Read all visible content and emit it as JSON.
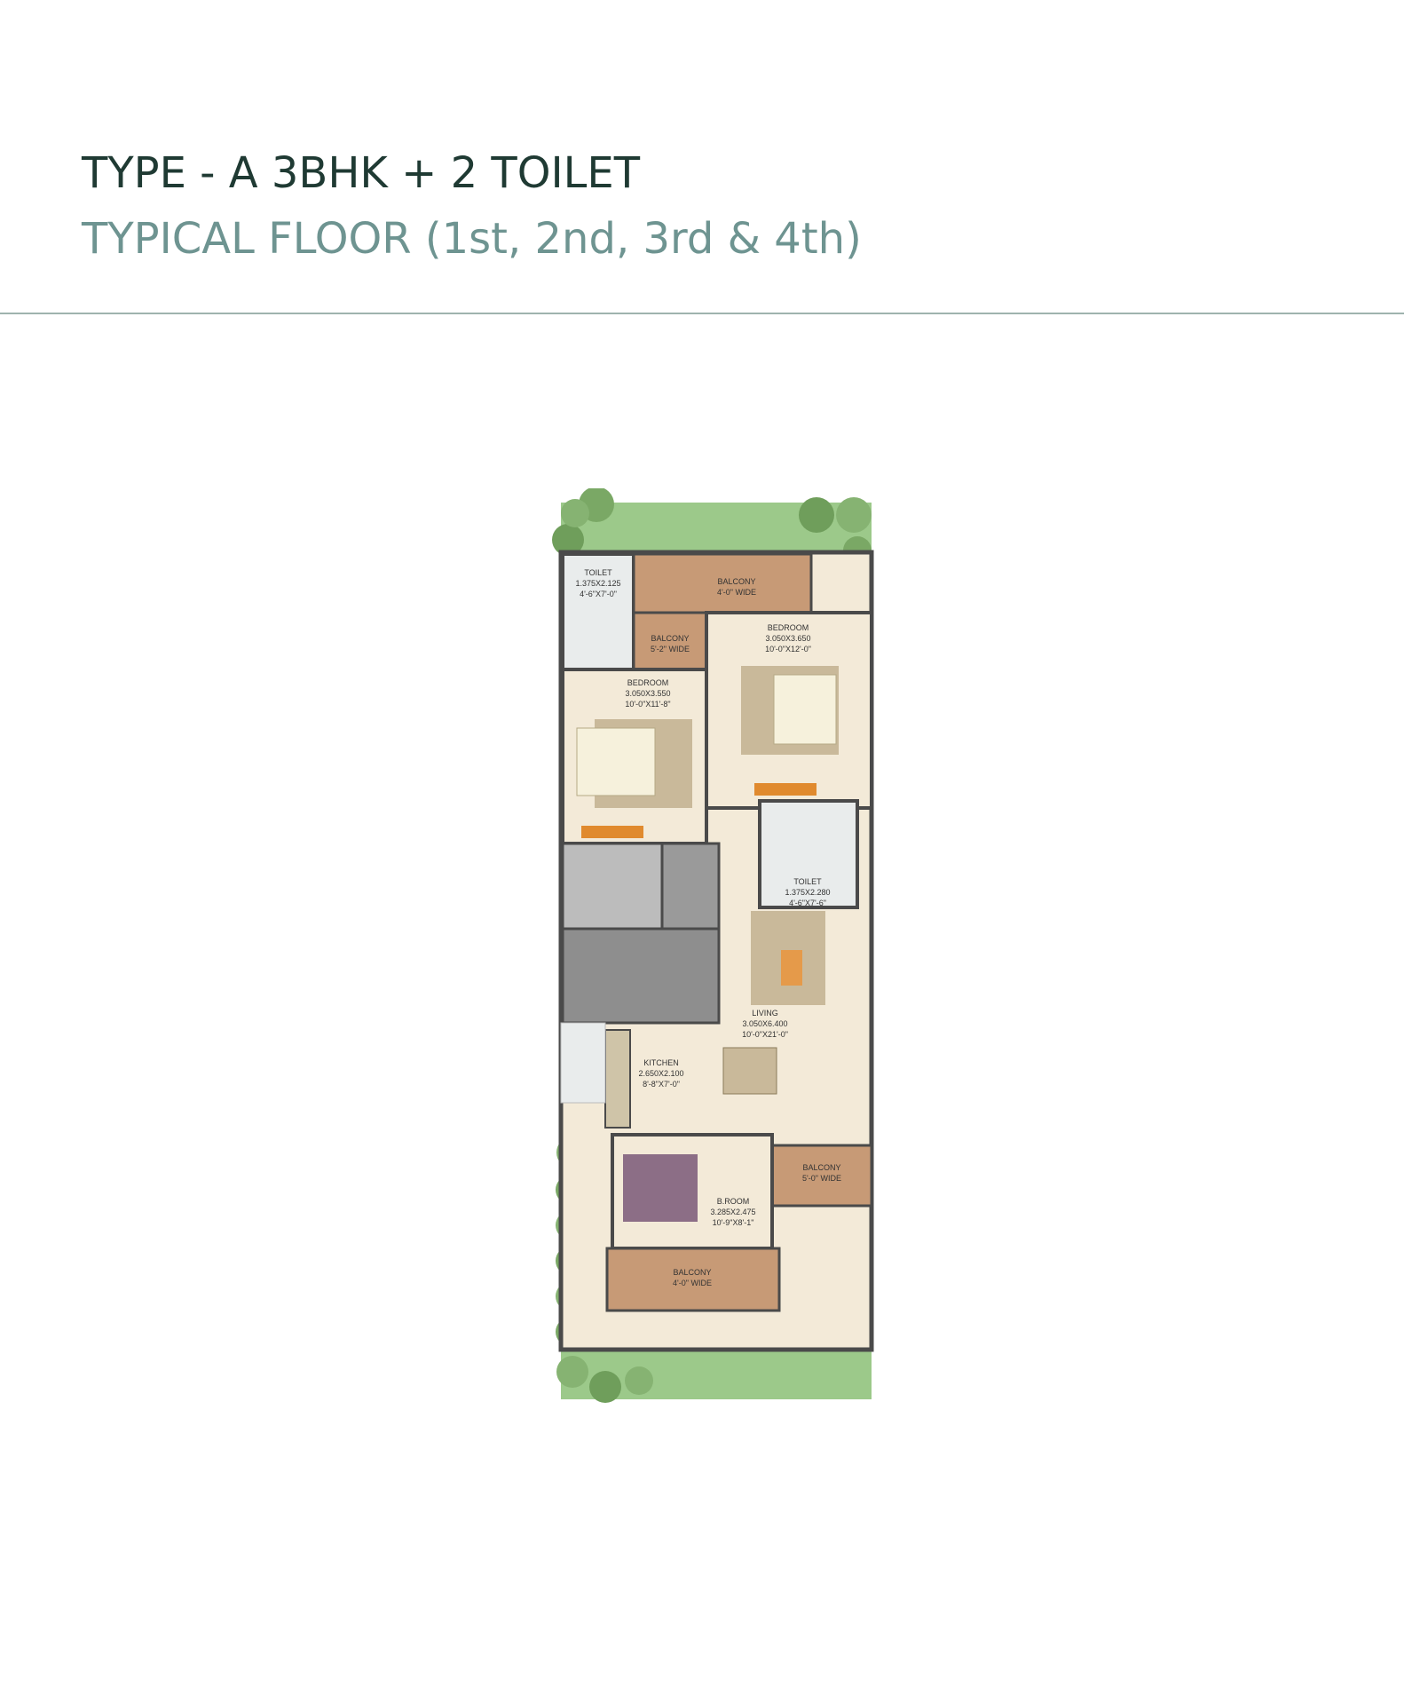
{
  "header": {
    "title": "TYPE - A 3BHK + 2 TOILET",
    "subtitle": "TYPICAL FLOOR (1st, 2nd, 3rd & 4th)"
  },
  "colors": {
    "title": "#1f3a33",
    "subtitle": "#6e9491",
    "rule": "#9fb3ae",
    "lawn": "#9cc98a",
    "floor": "#f3ead8",
    "balcony": "#c79a76",
    "wall": "#4a4a4a",
    "stair": "#8e8e8e"
  },
  "plan": {
    "rooms": [
      {
        "id": "toilet-top",
        "name": "TOILET",
        "size1": "1.375X2.125",
        "size2": "4'-6\"X7'-0\""
      },
      {
        "id": "balcony-top",
        "name": "BALCONY",
        "size1": "4'-0\" WIDE",
        "size2": ""
      },
      {
        "id": "balcony-small",
        "name": "BALCONY",
        "size1": "5'-2\" WIDE",
        "size2": ""
      },
      {
        "id": "bedroom-right",
        "name": "BEDROOM",
        "size1": "3.050X3.650",
        "size2": "10'-0\"X12'-0\""
      },
      {
        "id": "bedroom-left",
        "name": "BEDROOM",
        "size1": "3.050X3.550",
        "size2": "10'-0\"X11'-8\""
      },
      {
        "id": "toilet-mid",
        "name": "TOILET",
        "size1": "1.375X2.280",
        "size2": "4'-6\"X7'-6\""
      },
      {
        "id": "living",
        "name": "LIVING",
        "size1": "3.050X6.400",
        "size2": "10'-0\"X21'-0\""
      },
      {
        "id": "kitchen",
        "name": "KITCHEN",
        "size1": "2.650X2.100",
        "size2": "8'-8\"X7'-0\""
      },
      {
        "id": "balcony-right",
        "name": "BALCONY",
        "size1": "5'-0\" WIDE",
        "size2": ""
      },
      {
        "id": "bedroom-bottom",
        "name": "B.ROOM",
        "size1": "3.285X2.475",
        "size2": "10'-9\"X8'-1\""
      },
      {
        "id": "balcony-bottom",
        "name": "BALCONY",
        "size1": "4'-0\" WIDE",
        "size2": ""
      }
    ]
  }
}
